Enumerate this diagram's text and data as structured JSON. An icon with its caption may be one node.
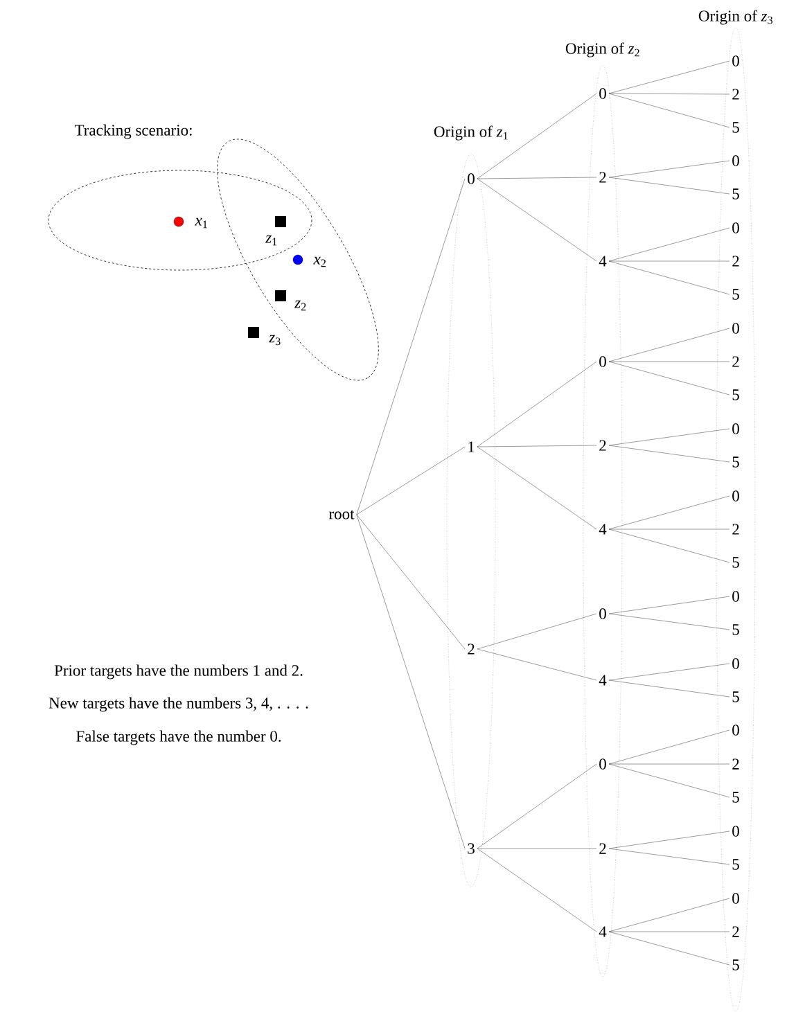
{
  "diagram": {
    "nodes": [
      {
        "text": [
          "root"
        ]
      },
      {
        "text": [
          "Origin of *z*$_{1}$"
        ]
      },
      {
        "text": [
          "0"
        ],
        "in": 1
      },
      {
        "text": [
          "1"
        ],
        "in": 1
      },
      {
        "text": [
          "2"
        ],
        "in": 1
      },
      {
        "text": [
          "3"
        ],
        "in": 1
      },
      {
        "text": [
          "Origin of *z*$_{2}$"
        ]
      },
      {
        "text": [
          "0"
        ],
        "in": 6
      },
      {
        "text": [
          "2"
        ],
        "in": 6
      },
      {
        "text": [
          "4"
        ],
        "in": 6
      },
      {
        "text": [
          "0"
        ],
        "in": 6
      },
      {
        "text": [
          "2"
        ],
        "in": 6
      },
      {
        "text": [
          "4"
        ],
        "in": 6
      },
      {
        "text": [
          "0"
        ],
        "in": 6
      },
      {
        "text": [
          "4"
        ],
        "in": 6
      },
      {
        "text": [
          "0"
        ],
        "in": 6
      },
      {
        "text": [
          "2"
        ],
        "in": 6
      },
      {
        "text": [
          "4"
        ],
        "in": 6
      },
      {
        "text": [
          "Origin of *z*$_{3}$"
        ]
      },
      {
        "text": [
          "0"
        ],
        "in": 18
      },
      {
        "text": [
          "2"
        ],
        "in": 18
      },
      {
        "text": [
          "5"
        ],
        "in": 18
      },
      {
        "text": [
          "0"
        ],
        "in": 18
      },
      {
        "text": [
          "5"
        ],
        "in": 18
      },
      {
        "text": [
          "0"
        ],
        "in": 18
      },
      {
        "text": [
          "2"
        ],
        "in": 18
      },
      {
        "text": [
          "5"
        ],
        "in": 18
      },
      {
        "text": [
          "0"
        ],
        "in": 18
      },
      {
        "text": [
          "2"
        ],
        "in": 18
      },
      {
        "text": [
          "5"
        ],
        "in": 18
      },
      {
        "text": [
          "0"
        ],
        "in": 18
      },
      {
        "text": [
          "5"
        ],
        "in": 18
      },
      {
        "text": [
          "0"
        ],
        "in": 18
      },
      {
        "text": [
          "2"
        ],
        "in": 18
      },
      {
        "text": [
          "5"
        ],
        "in": 18
      },
      {
        "text": [
          "0"
        ],
        "in": 18
      },
      {
        "text": [
          "5"
        ],
        "in": 18
      },
      {
        "text": [
          "0"
        ],
        "in": 18
      },
      {
        "text": [
          "5"
        ],
        "in": 18
      },
      {
        "text": [
          "0"
        ],
        "in": 18
      },
      {
        "text": [
          "2"
        ],
        "in": 18
      },
      {
        "text": [
          "5"
        ],
        "in": 18
      },
      {
        "text": [
          "0"
        ],
        "in": 18
      },
      {
        "text": [
          "5"
        ],
        "in": 18
      },
      {
        "text": [
          "0"
        ],
        "in": 18
      },
      {
        "text": [
          "2"
        ],
        "in": 18
      },
      {
        "text": [
          "5"
        ],
        "in": 18
      }
    ],
    "edges": [
      {
        "from": 0,
        "to": 2,
        "arrow": "none"
      },
      {
        "from": 0,
        "to": 3,
        "arrow": "none"
      },
      {
        "from": 0,
        "to": 4,
        "arrow": "none"
      },
      {
        "from": 0,
        "to": 5,
        "arrow": "none"
      },
      {
        "from": 2,
        "to": 7,
        "arrow": "none"
      },
      {
        "from": 2,
        "to": 8,
        "arrow": "none"
      },
      {
        "from": 2,
        "to": 9,
        "arrow": "none"
      },
      {
        "from": 3,
        "to": 10,
        "arrow": "none"
      },
      {
        "from": 3,
        "to": 11,
        "arrow": "none"
      },
      {
        "from": 3,
        "to": 12,
        "arrow": "none"
      },
      {
        "from": 4,
        "to": 13,
        "arrow": "none"
      },
      {
        "from": 4,
        "to": 14,
        "arrow": "none"
      },
      {
        "from": 5,
        "to": 15,
        "arrow": "none"
      },
      {
        "from": 5,
        "to": 16,
        "arrow": "none"
      },
      {
        "from": 5,
        "to": 17,
        "arrow": "none"
      },
      {
        "from": 7,
        "to": 19,
        "arrow": "none"
      },
      {
        "from": 7,
        "to": 20,
        "arrow": "none"
      },
      {
        "from": 7,
        "to": 21,
        "arrow": "none"
      },
      {
        "from": 8,
        "to": 22,
        "arrow": "none"
      },
      {
        "from": 8,
        "to": 23,
        "arrow": "none"
      },
      {
        "from": 9,
        "to": 24,
        "arrow": "none"
      },
      {
        "from": 9,
        "to": 25,
        "arrow": "none"
      },
      {
        "from": 9,
        "to": 26,
        "arrow": "none"
      },
      {
        "from": 10,
        "to": 27,
        "arrow": "none"
      },
      {
        "from": 10,
        "to": 28,
        "arrow": "none"
      },
      {
        "from": 10,
        "to": 29,
        "arrow": "none"
      },
      {
        "from": 11,
        "to": 30,
        "arrow": "none"
      },
      {
        "from": 11,
        "to": 31,
        "arrow": "none"
      },
      {
        "from": 12,
        "to": 32,
        "arrow": "none"
      },
      {
        "from": 12,
        "to": 33,
        "arrow": "none"
      },
      {
        "from": 12,
        "to": 34,
        "arrow": "none"
      },
      {
        "from": 13,
        "to": 35,
        "arrow": "none"
      },
      {
        "from": 13,
        "to": 36,
        "arrow": "none"
      },
      {
        "from": 14,
        "to": 37,
        "arrow": "none"
      },
      {
        "from": 14,
        "to": 38,
        "arrow": "none"
      },
      {
        "from": 15,
        "to": 39,
        "arrow": "none"
      },
      {
        "from": 15,
        "to": 40,
        "arrow": "none"
      },
      {
        "from": 15,
        "to": 41,
        "arrow": "none"
      },
      {
        "from": 16,
        "to": 42,
        "arrow": "none"
      },
      {
        "from": 16,
        "to": 43,
        "arrow": "none"
      },
      {
        "from": 17,
        "to": 44,
        "arrow": "none"
      },
      {
        "from": 17,
        "to": 45,
        "arrow": "none"
      },
      {
        "from": 17,
        "to": 46,
        "arrow": "none"
      }
    ],
    "labels": [
      "Tracking scenario:",
      "*x*$_{1}$",
      "*z*$_{1}$",
      "*x*$_{2}$",
      "*z*$_{2}$",
      "*z*$_{3}$",
      "Prior targets have the numbers 1 and 2.",
      "New targets have the numbers 3, 4, . . . .",
      "False targets have the number 0."
    ]
  }
}
